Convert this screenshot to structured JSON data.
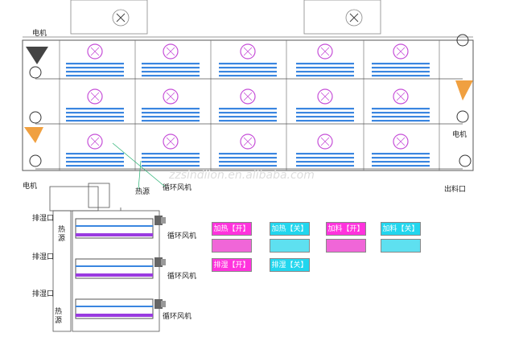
{
  "labels": {
    "motor_left": "电机",
    "motor_right": "电机",
    "outlet": "出料口",
    "heat_source": "热源",
    "circulation_fan": "循环风机",
    "exhaust_1": "排湿口",
    "exhaust_2": "排湿口",
    "exhaust_3": "排湿口",
    "heat_source_side_1": "热源",
    "heat_source_side_2": "热源",
    "fan_side_1": "循环风机",
    "fan_side_2": "循环风机",
    "fan_side_3": "循环风机"
  },
  "watermark": "zzsindiion.en.alibaba.com",
  "controls": [
    {
      "label": "加热【开】",
      "style": "pink"
    },
    {
      "label": "加热【关】",
      "style": "cyan"
    },
    {
      "label": "加料【开】",
      "style": "pink"
    },
    {
      "label": "加料【关】",
      "style": "cyan"
    },
    {
      "label": "",
      "style": "pink-dim"
    },
    {
      "label": "",
      "style": "cyan-dim"
    },
    {
      "label": "",
      "style": "pink-dim"
    },
    {
      "label": "",
      "style": "cyan-dim"
    },
    {
      "label": "排湿【开】",
      "style": "pink"
    },
    {
      "label": "排湿【关】",
      "style": "cyan"
    }
  ],
  "colors": {
    "line": "#555555",
    "fan": "#c64fd8",
    "belt": "#3a86e0",
    "arrow": "#22b8d0",
    "hopper": "#f0a040"
  }
}
